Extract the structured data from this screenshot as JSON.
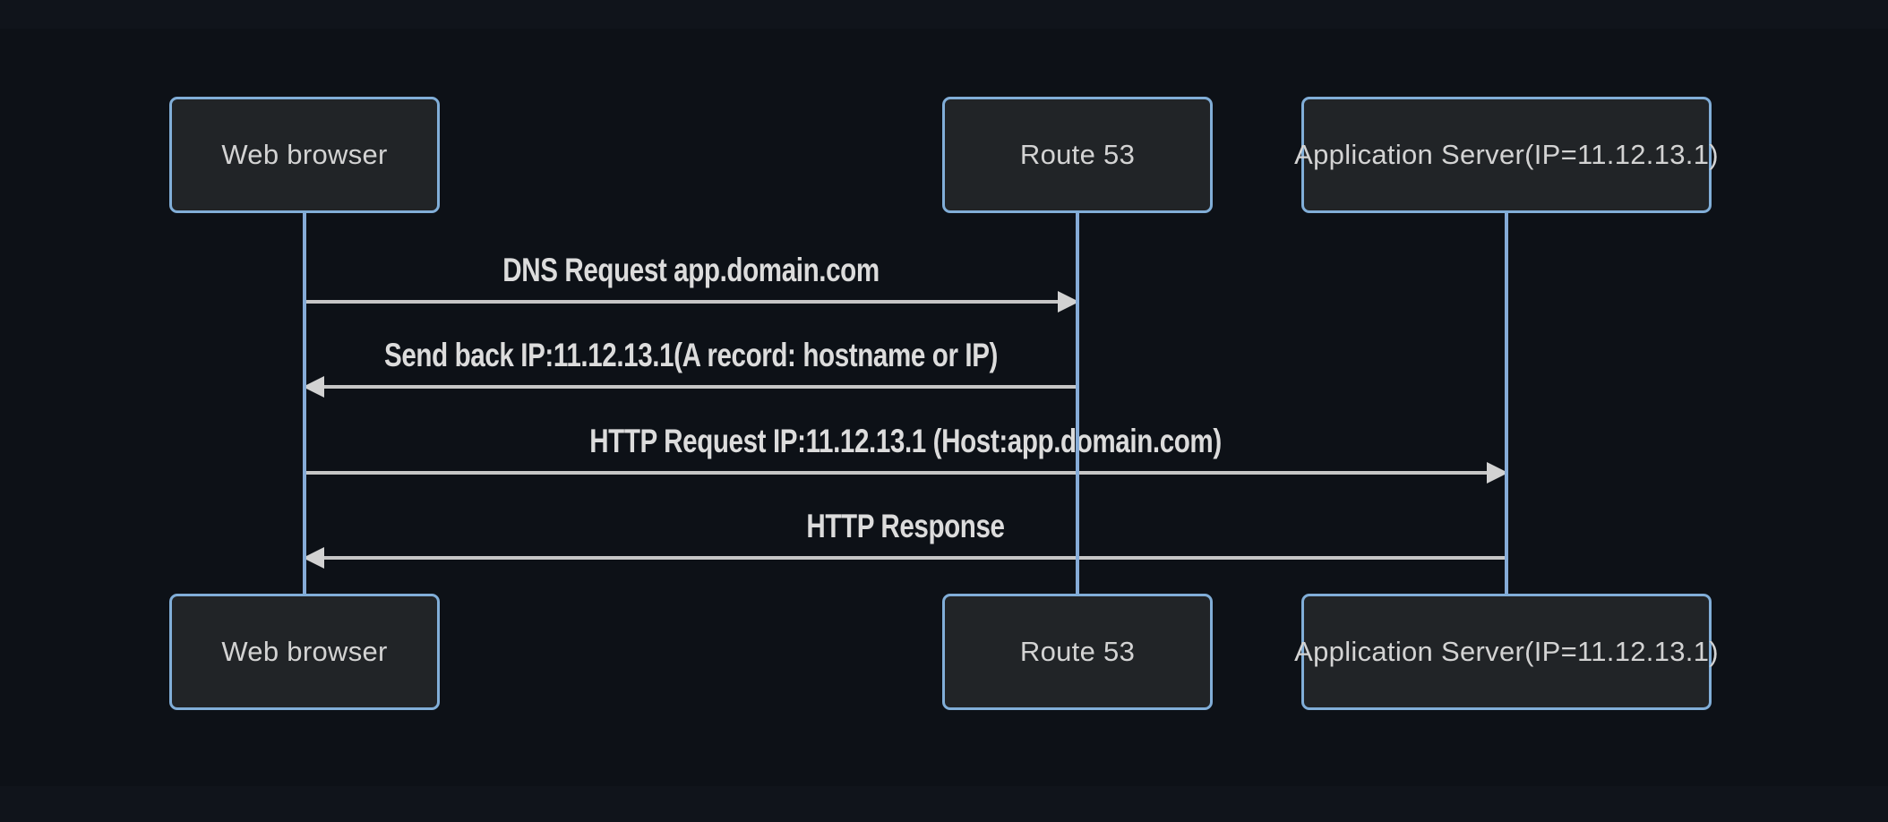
{
  "diagram": {
    "kind": "sequence-diagram",
    "actors": [
      {
        "id": "web-browser",
        "label": "Web browser"
      },
      {
        "id": "route-53",
        "label": "Route 53"
      },
      {
        "id": "app-server",
        "label": "Application Server(IP=11.12.13.1)"
      }
    ],
    "messages": [
      {
        "from": "web-browser",
        "to": "route-53",
        "direction": "right",
        "label": "DNS Request app.domain.com"
      },
      {
        "from": "route-53",
        "to": "web-browser",
        "direction": "left",
        "label": "Send back IP:11.12.13.1(A record: hostname or IP)"
      },
      {
        "from": "web-browser",
        "to": "app-server",
        "direction": "right",
        "label": "HTTP Request IP:11.12.13.1 (Host:app.domain.com)"
      },
      {
        "from": "app-server",
        "to": "web-browser",
        "direction": "left",
        "label": "HTTP Response"
      }
    ],
    "colors": {
      "background": "#0d1117",
      "band": "#10141b",
      "actor_fill": "#212427",
      "actor_border": "#81aed8",
      "actor_text": "#d3d3d3",
      "lifeline": "#85abd7",
      "signal_line": "#c6c6c6",
      "signal_text": "#dcdcdc"
    }
  }
}
